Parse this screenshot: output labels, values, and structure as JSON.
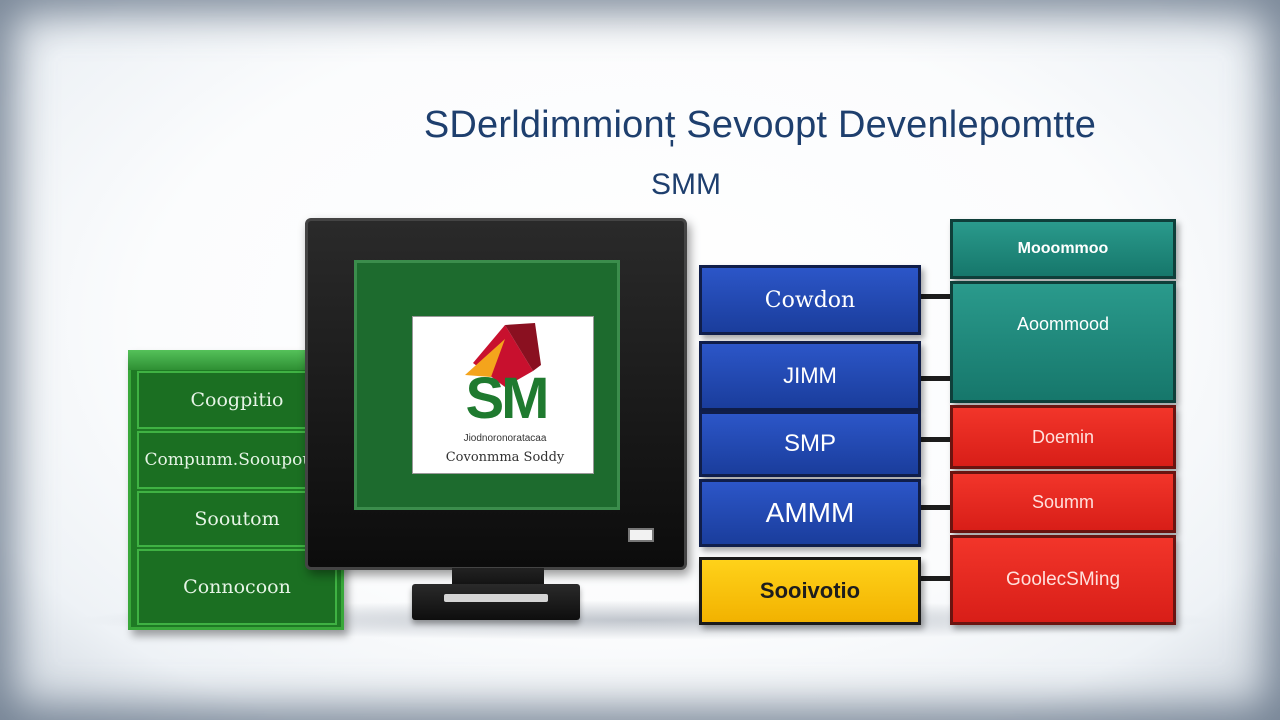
{
  "title": "SDerldimmiont̩ Sevoopt Devenlepomtte",
  "subtitle": "SMM",
  "green_stack": {
    "rows": [
      "Coogpitio",
      "Compunm.Sooupoum",
      "Sooutom",
      "Connocoon"
    ]
  },
  "monitor": {
    "logo_text": "SM",
    "logo_line1": "Jiodnoronoratacaa",
    "logo_line2": "Covonmma Soddy"
  },
  "middle_column": {
    "boxes": [
      "Cowdon",
      "JIMM",
      "SMP",
      "AMMM",
      "Sooivotio"
    ]
  },
  "right_column": {
    "boxes": [
      "Mooommoo",
      "Aoommood",
      "Doemin",
      "Soumm",
      "GoolecSMing"
    ]
  },
  "colors": {
    "title": "#1e3f6e",
    "green": "#1e7a24",
    "blue": "#2446b3",
    "yellow": "#ffc800",
    "teal": "#1f8a7d",
    "red": "#e3251c"
  }
}
